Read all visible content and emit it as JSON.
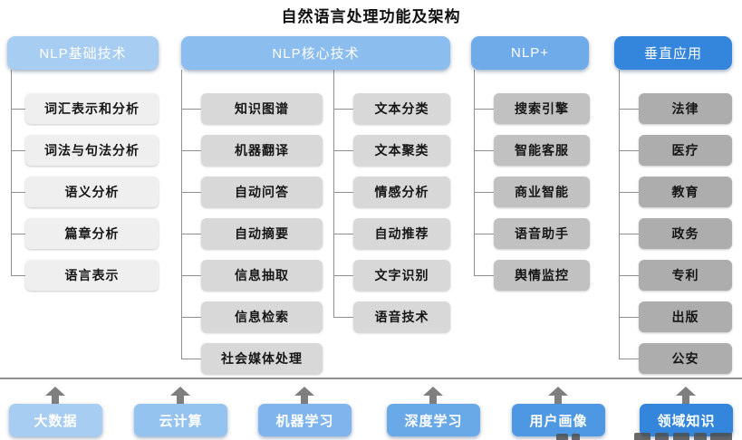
{
  "title": "自然语言处理功能及架构",
  "columns": [
    {
      "header": "NLP基础技术",
      "items": [
        "词汇表示和分析",
        "词法与句法分析",
        "语义分析",
        "篇章分析",
        "语言表示"
      ]
    },
    {
      "header": "NLP核心技术",
      "left_items": [
        "知识图谱",
        "机器翻译",
        "自动问答",
        "自动摘要",
        "信息抽取",
        "信息检索",
        "社会媒体处理"
      ],
      "right_items": [
        "文本分类",
        "文本聚类",
        "情感分析",
        "自动推荐",
        "文字识别",
        "语音技术"
      ]
    },
    {
      "header": "NLP+",
      "items": [
        "搜索引擎",
        "智能客服",
        "商业智能",
        "语音助手",
        "舆情监控"
      ]
    },
    {
      "header": "垂直应用",
      "items": [
        "法律",
        "医疗",
        "教育",
        "政务",
        "专利",
        "出版",
        "公安"
      ]
    }
  ],
  "foundation": [
    "大数据",
    "云计算",
    "机器学习",
    "深度学习",
    "用户画像",
    "领域知识"
  ],
  "colors": {
    "header_blues": [
      "#a7cdf2",
      "#8bbdee",
      "#6fabe9",
      "#3486dc"
    ],
    "foundation_blues": [
      "#a7cdf2",
      "#95c3f0",
      "#7fb5ec",
      "#6aa9e8",
      "#4e97e3",
      "#3486dc"
    ],
    "item_grays": [
      "#f0efef",
      "#d9d8d8",
      "#c2c1c1",
      "#aeadad"
    ],
    "connector_gray": "#8f8f8f",
    "arrow_gray": "#7f7f7f",
    "text_dark": "#161616",
    "text_light": "#ffffff"
  }
}
